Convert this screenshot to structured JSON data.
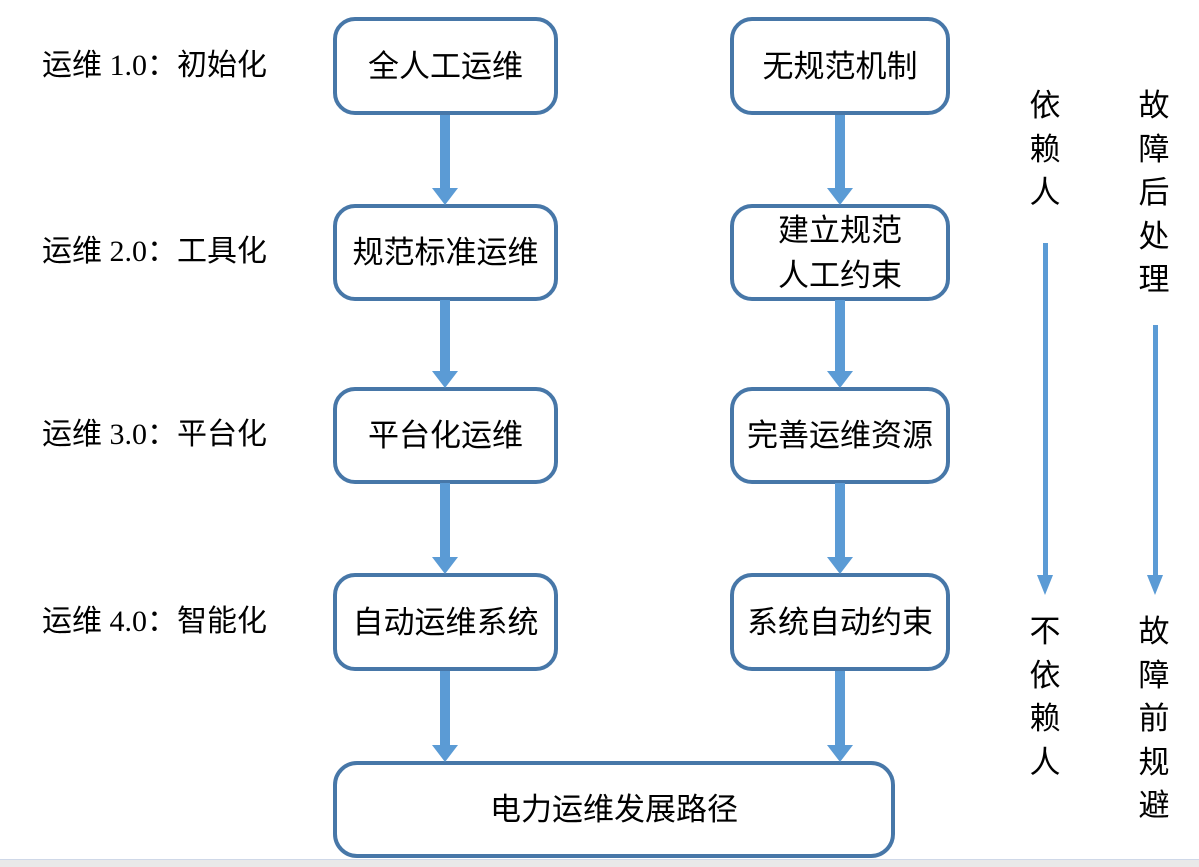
{
  "diagram": {
    "rows": [
      {
        "label": "运维 1.0：初始化",
        "left_box_lines": [
          "全人工运维"
        ],
        "right_box_lines": [
          "无规范机制"
        ]
      },
      {
        "label": "运维 2.0：工具化",
        "left_box_lines": [
          "规范标准运维"
        ],
        "right_box_lines": [
          "建立规范",
          "人工约束"
        ]
      },
      {
        "label": "运维 3.0：平台化",
        "left_box_lines": [
          "平台化运维"
        ],
        "right_box_lines": [
          "完善运维资源"
        ]
      },
      {
        "label": "运维 4.0：智能化",
        "left_box_lines": [
          "自动运维系统"
        ],
        "right_box_lines": [
          "系统自动约束"
        ]
      }
    ],
    "bottom_box": "电力运维发展路径",
    "annotations": {
      "dependency": {
        "top": "依赖人",
        "bottom": "不依赖人"
      },
      "fault": {
        "top": "故障后处理",
        "bottom": "故障前规避"
      }
    },
    "colors": {
      "box_border": "#4777a8",
      "arrow": "#5b9bd5",
      "text": "#000000",
      "background": "#ffffff"
    }
  }
}
